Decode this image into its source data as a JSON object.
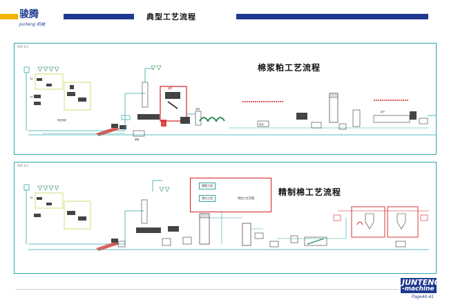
{
  "header": {
    "logo_cn": "骏腾",
    "logo_sub": "Junteng 机械",
    "page_title": "典型工艺流程"
  },
  "section1": {
    "tag": "AUT 4.1",
    "title": "棉浆粕工艺流程"
  },
  "section2": {
    "tag": "AUT 4.1",
    "title": "精制棉工艺流程",
    "box_label": "原加工艺范围",
    "box_item1": "脱脂工段",
    "box_item2": "漂白工段"
  },
  "footer": {
    "brand_line1": "JUNTENG",
    "brand_line2": "-machine",
    "page": "Page40-41"
  },
  "colors": {
    "brand_blue": "#1f3a8f",
    "accent_yellow": "#f2b400",
    "pipe_cyan": "#2aa6a6",
    "highlight_red": "#d21e1e",
    "olive": "#c9cc3f",
    "green": "#2e8b57"
  }
}
